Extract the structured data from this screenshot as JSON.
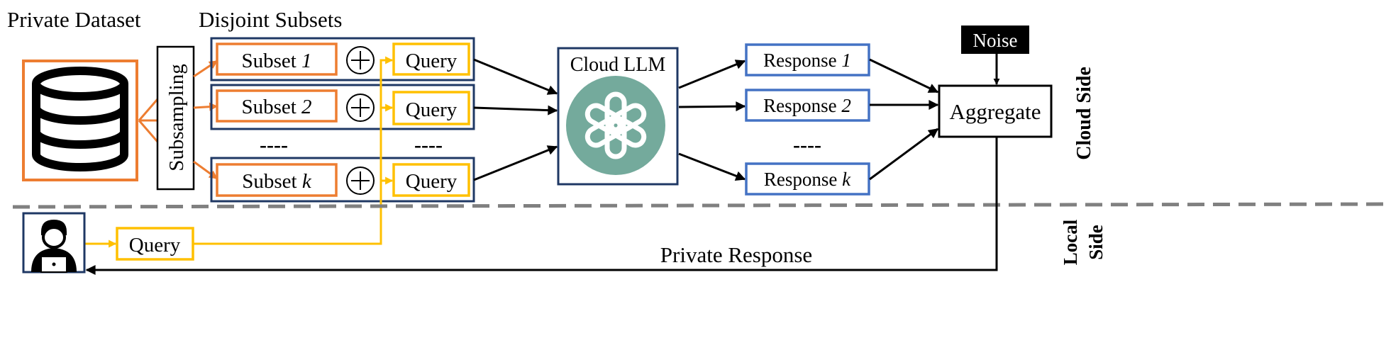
{
  "labels": {
    "private_dataset": "Private Dataset",
    "disjoint_subsets": "Disjoint Subsets",
    "subsampling": "Subsampling",
    "cloud_llm": "Cloud LLM",
    "noise": "Noise",
    "aggregate": "Aggregate",
    "cloud_side": "Cloud Side",
    "local_side_line1": "Local",
    "local_side_line2": "Side",
    "private_response": "Private Response",
    "user_query": "Query",
    "ellipsis": "----"
  },
  "subsets": [
    {
      "prefix": "Subset ",
      "index": "1",
      "query": "Query"
    },
    {
      "prefix": "Subset ",
      "index": "2",
      "query": "Query"
    },
    {
      "prefix": "Subset ",
      "index": "k",
      "query": "Query"
    }
  ],
  "responses": [
    {
      "prefix": "Response ",
      "index": "1"
    },
    {
      "prefix": "Response ",
      "index": "2"
    },
    {
      "prefix": "Response ",
      "index": "k"
    }
  ],
  "colors": {
    "orange": "#ED7D31",
    "yellow": "#FFC000",
    "navy": "#1F3864",
    "blue": "#4472C4",
    "teal": "#74AA9C",
    "gray": "#808080",
    "black": "#000000"
  },
  "icons": [
    "database-icon",
    "openai-logo-icon",
    "user-laptop-icon",
    "oplus-icon"
  ]
}
